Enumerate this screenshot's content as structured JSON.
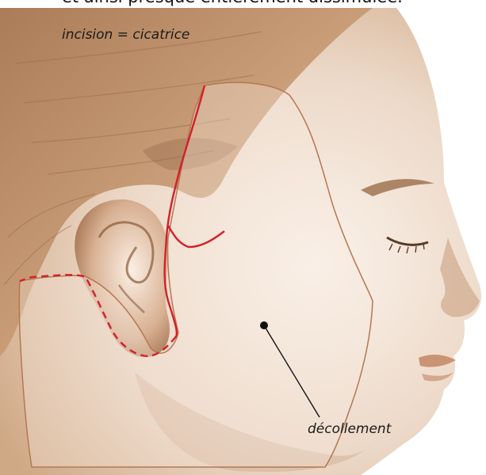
{
  "page_title": "et ainsi presque entièrement dissimulée.",
  "labels": {
    "incision": "incision = cicatrice",
    "decollement": "décollement"
  },
  "colors": {
    "skin_base": "#efe2d6",
    "skin_shadow": "#caa07c",
    "hair": "#b88c66",
    "incision_line": "#d3202a",
    "flap_outline": "#b47850",
    "pointer": "#111111"
  }
}
